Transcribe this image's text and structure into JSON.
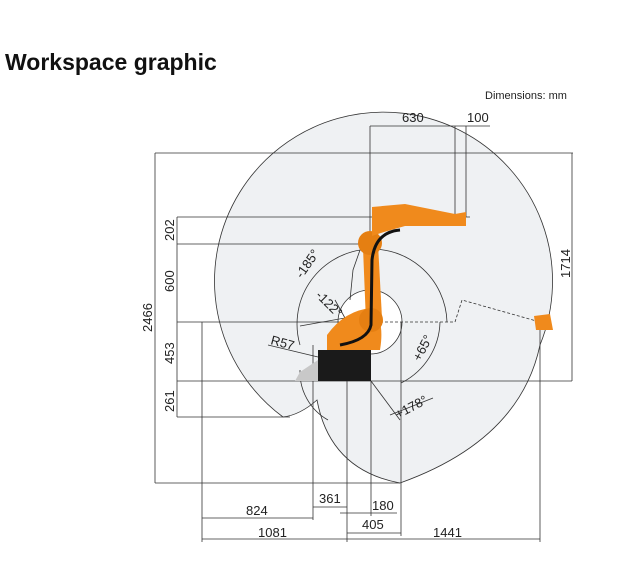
{
  "title": "Workspace graphic",
  "units_note": "Dimensions: mm",
  "colors": {
    "robot": "#f08a1c",
    "base": "#1a1a1a",
    "workspace": "#eff1f3"
  },
  "dimensions": {
    "reach_offset": "630",
    "flange_offset": "100",
    "total_height": "2466",
    "reach_height": "1714",
    "h_202": "202",
    "h_600": "600",
    "h_453": "453",
    "h_261": "261",
    "w_824": "824",
    "w_361": "361",
    "w_180": "180",
    "w_405": "405",
    "w_1081": "1081",
    "w_1441": "1441"
  },
  "angles": {
    "a1": "-185°",
    "a2": "-122°",
    "a3": "+65°",
    "a4": "+178°",
    "radius": "R57"
  }
}
